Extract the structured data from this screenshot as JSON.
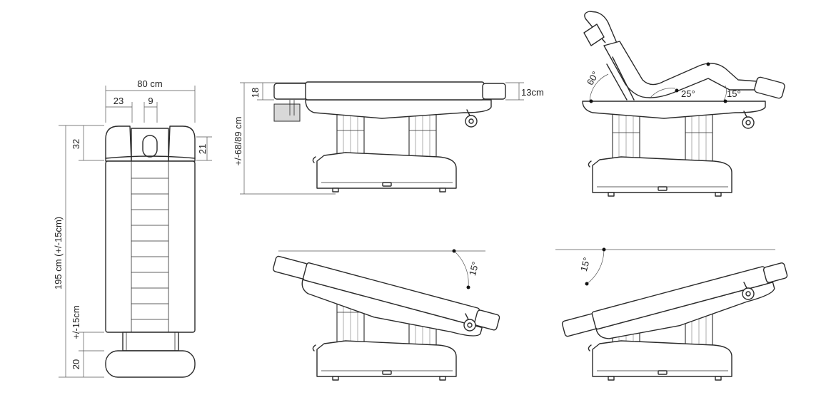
{
  "labels": {
    "width_80": "80 cm",
    "dim_23": "23",
    "dim_9": "9",
    "dim_32": "32",
    "dim_21": "21",
    "length_195": "195 cm  (+/-15cm)",
    "ext_15": "+/-15cm",
    "dim_20": "20",
    "dim_18": "18",
    "dim_13": "13cm",
    "height_range": "+/-68/89 cm",
    "angle_60": "60°",
    "angle_25": "25°",
    "angle_15_leg": "15°",
    "angle_15_tilt_left": "15°",
    "angle_15_tilt_right": "15°"
  },
  "colors": {
    "line": "#2b2b2b",
    "face_cradle_fill": "#d8d8d8"
  }
}
